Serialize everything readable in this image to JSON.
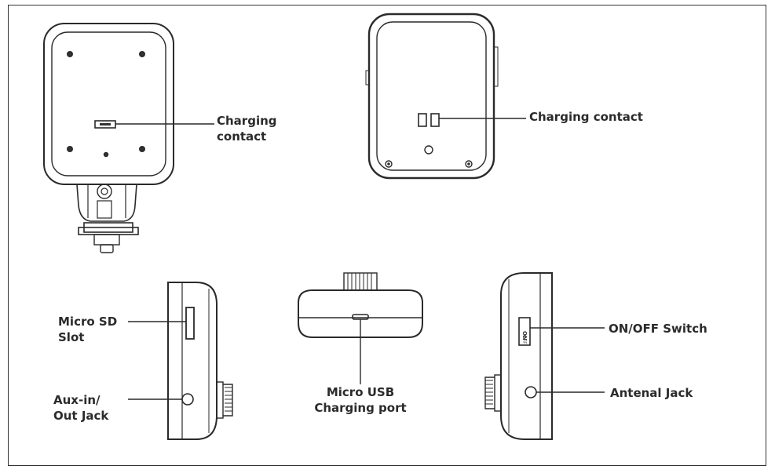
{
  "labels": {
    "back_charging_contact": "Charging\ncontact",
    "front_charging_contact": "Charging contact",
    "micro_sd_slot": "Micro SD\nSlot",
    "aux_jack": "Aux-in/\nOut Jack",
    "micro_usb": "Micro USB\nCharging port",
    "on_off_switch": "ON/OFF Switch",
    "antenna_jack": "Antenal Jack"
  },
  "switch_marks": {
    "on": "ON",
    "off": "OFF"
  }
}
